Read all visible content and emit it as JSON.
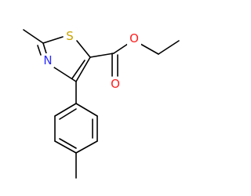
{
  "molecule": {
    "atoms": {
      "sulfur": {
        "symbol": "S",
        "color": "#c8a400"
      },
      "nitrogen": {
        "symbol": "N",
        "color": "#2a2aff"
      },
      "carbonyl_oxygen": {
        "symbol": "O",
        "color": "#ff2020"
      },
      "ester_oxygen": {
        "symbol": "O",
        "color": "#ff2020"
      }
    },
    "bond_color": "#000000"
  }
}
